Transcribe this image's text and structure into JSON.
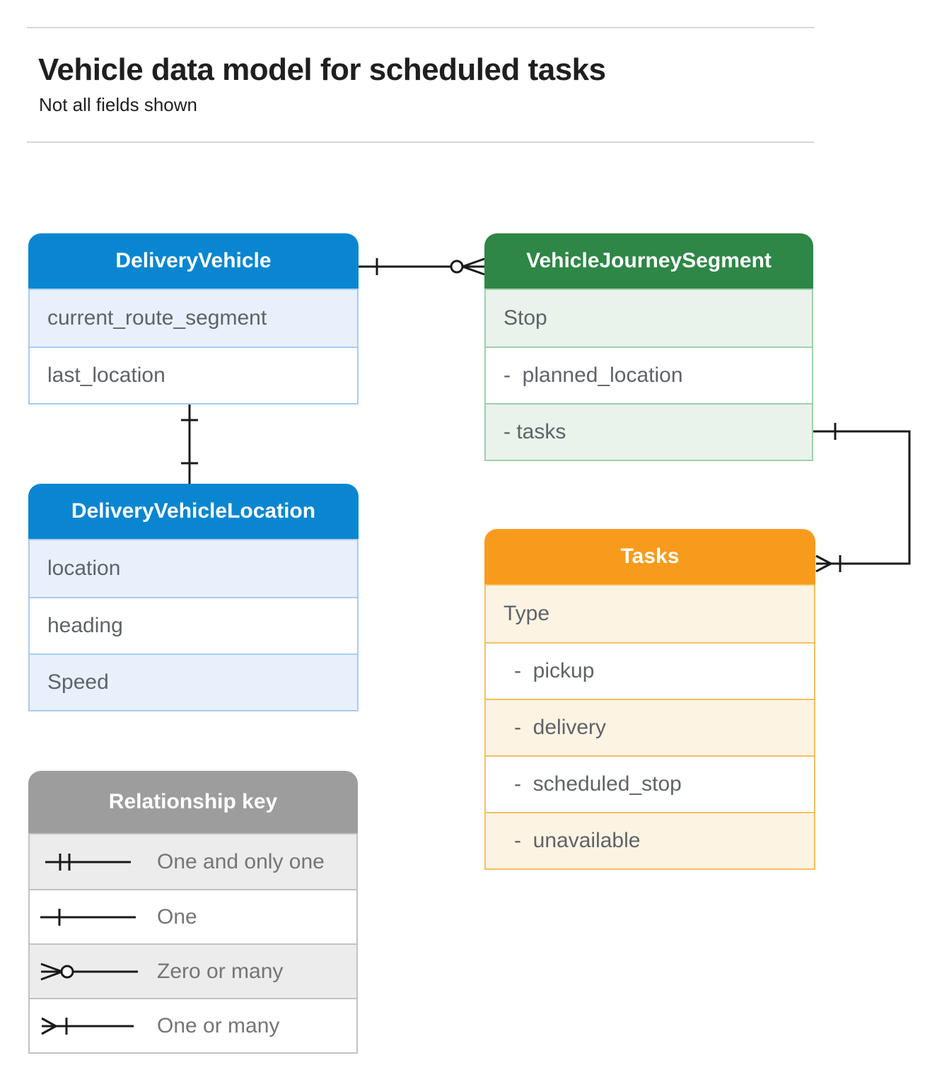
{
  "header": {
    "title": "Vehicle data model for scheduled tasks",
    "subtitle": "Not all fields shown"
  },
  "entities": {
    "delivery_vehicle": {
      "title": "DeliveryVehicle",
      "fields": [
        "current_route_segment",
        "last_location"
      ]
    },
    "vehicle_journey_segment": {
      "title": "VehicleJourneySegment",
      "fields": [
        "Stop",
        "-  planned_location",
        "- tasks"
      ]
    },
    "delivery_vehicle_location": {
      "title": "DeliveryVehicleLocation",
      "fields": [
        "location",
        "heading",
        "Speed"
      ]
    },
    "tasks": {
      "title": "Tasks",
      "fields": [
        "Type",
        "-  pickup",
        "-  delivery",
        "-  scheduled_stop",
        "-  unavailable"
      ]
    }
  },
  "legend": {
    "title": "Relationship key",
    "items": [
      {
        "label": "One and only one",
        "icon": "one-and-only-one-icon"
      },
      {
        "label": "One",
        "icon": "one-icon"
      },
      {
        "label": "Zero or many",
        "icon": "zero-or-many-icon"
      },
      {
        "label": "One or many",
        "icon": "one-or-many-icon"
      }
    ]
  },
  "relationships": [
    {
      "from": "DeliveryVehicle",
      "to": "VehicleJourneySegment",
      "from_cardinality": "one",
      "to_cardinality": "zero-or-many"
    },
    {
      "from": "DeliveryVehicle",
      "to": "DeliveryVehicleLocation",
      "from_cardinality": "one",
      "to_cardinality": "one"
    },
    {
      "from": "VehicleJourneySegment.tasks",
      "to": "Tasks",
      "from_cardinality": "one",
      "to_cardinality": "one-or-many"
    }
  ],
  "colors": {
    "blue_header": "#0a86d1",
    "green_header": "#2e8746",
    "orange_header": "#f89b1d",
    "gray_header": "#9d9d9d",
    "light_blue_row": "#e8f1fb",
    "light_green_row": "#e9f3ec",
    "light_orange_row": "#fdf3e3",
    "light_gray_row": "#ececec",
    "connector": "#1a1a1a"
  }
}
